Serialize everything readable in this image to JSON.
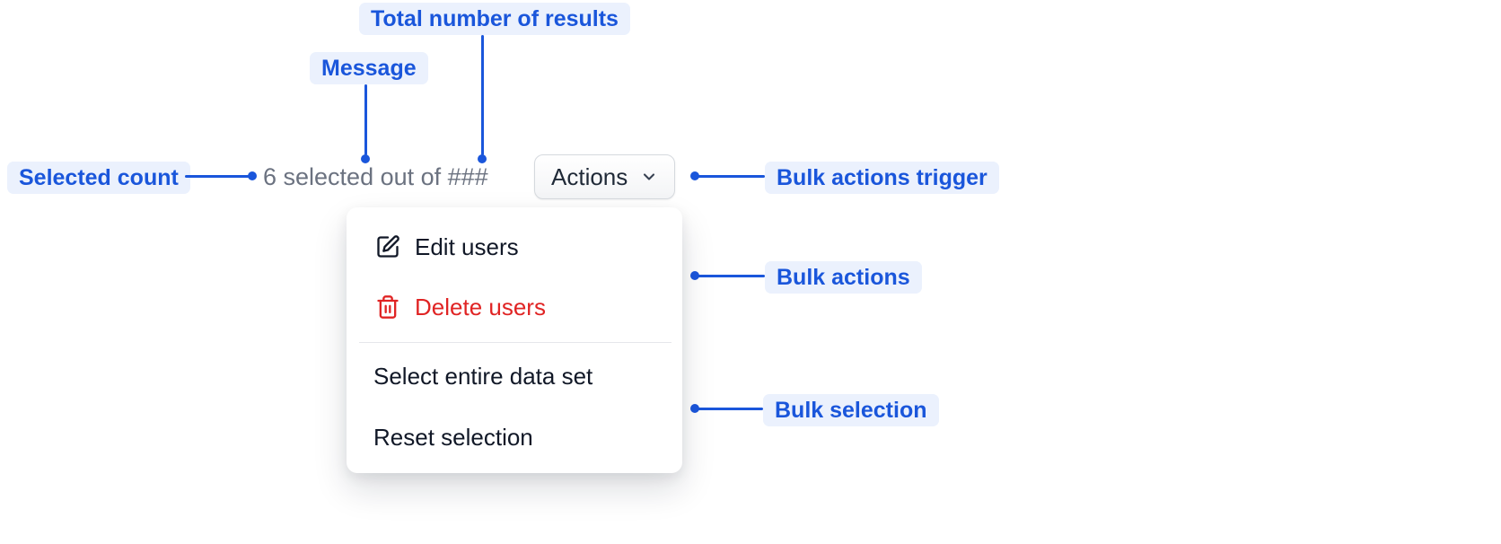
{
  "annotations": {
    "total_results": {
      "label": "Total number of results"
    },
    "message": {
      "label": "Message"
    },
    "selected_count": {
      "label": "Selected count"
    },
    "bulk_actions_trigger": {
      "label": "Bulk actions trigger"
    },
    "bulk_actions": {
      "label": "Bulk actions"
    },
    "bulk_selection": {
      "label": "Bulk selection"
    }
  },
  "component": {
    "selection_message": "6 selected out of ###",
    "trigger_label": "Actions",
    "menu_items": {
      "edit": "Edit users",
      "delete": "Delete users",
      "select_entire": "Select entire data set",
      "reset": "Reset selection"
    }
  },
  "icons": {
    "trigger": "chevron-down-icon",
    "edit": "pencil-square-icon",
    "delete": "trash-icon"
  },
  "colors": {
    "annotation_blue": "#1a56db",
    "annotation_bg": "#ebf1fd",
    "danger_red": "#e02424",
    "message_gray": "#6b7280",
    "menu_text": "#111827",
    "button_border": "#d5d9de"
  }
}
